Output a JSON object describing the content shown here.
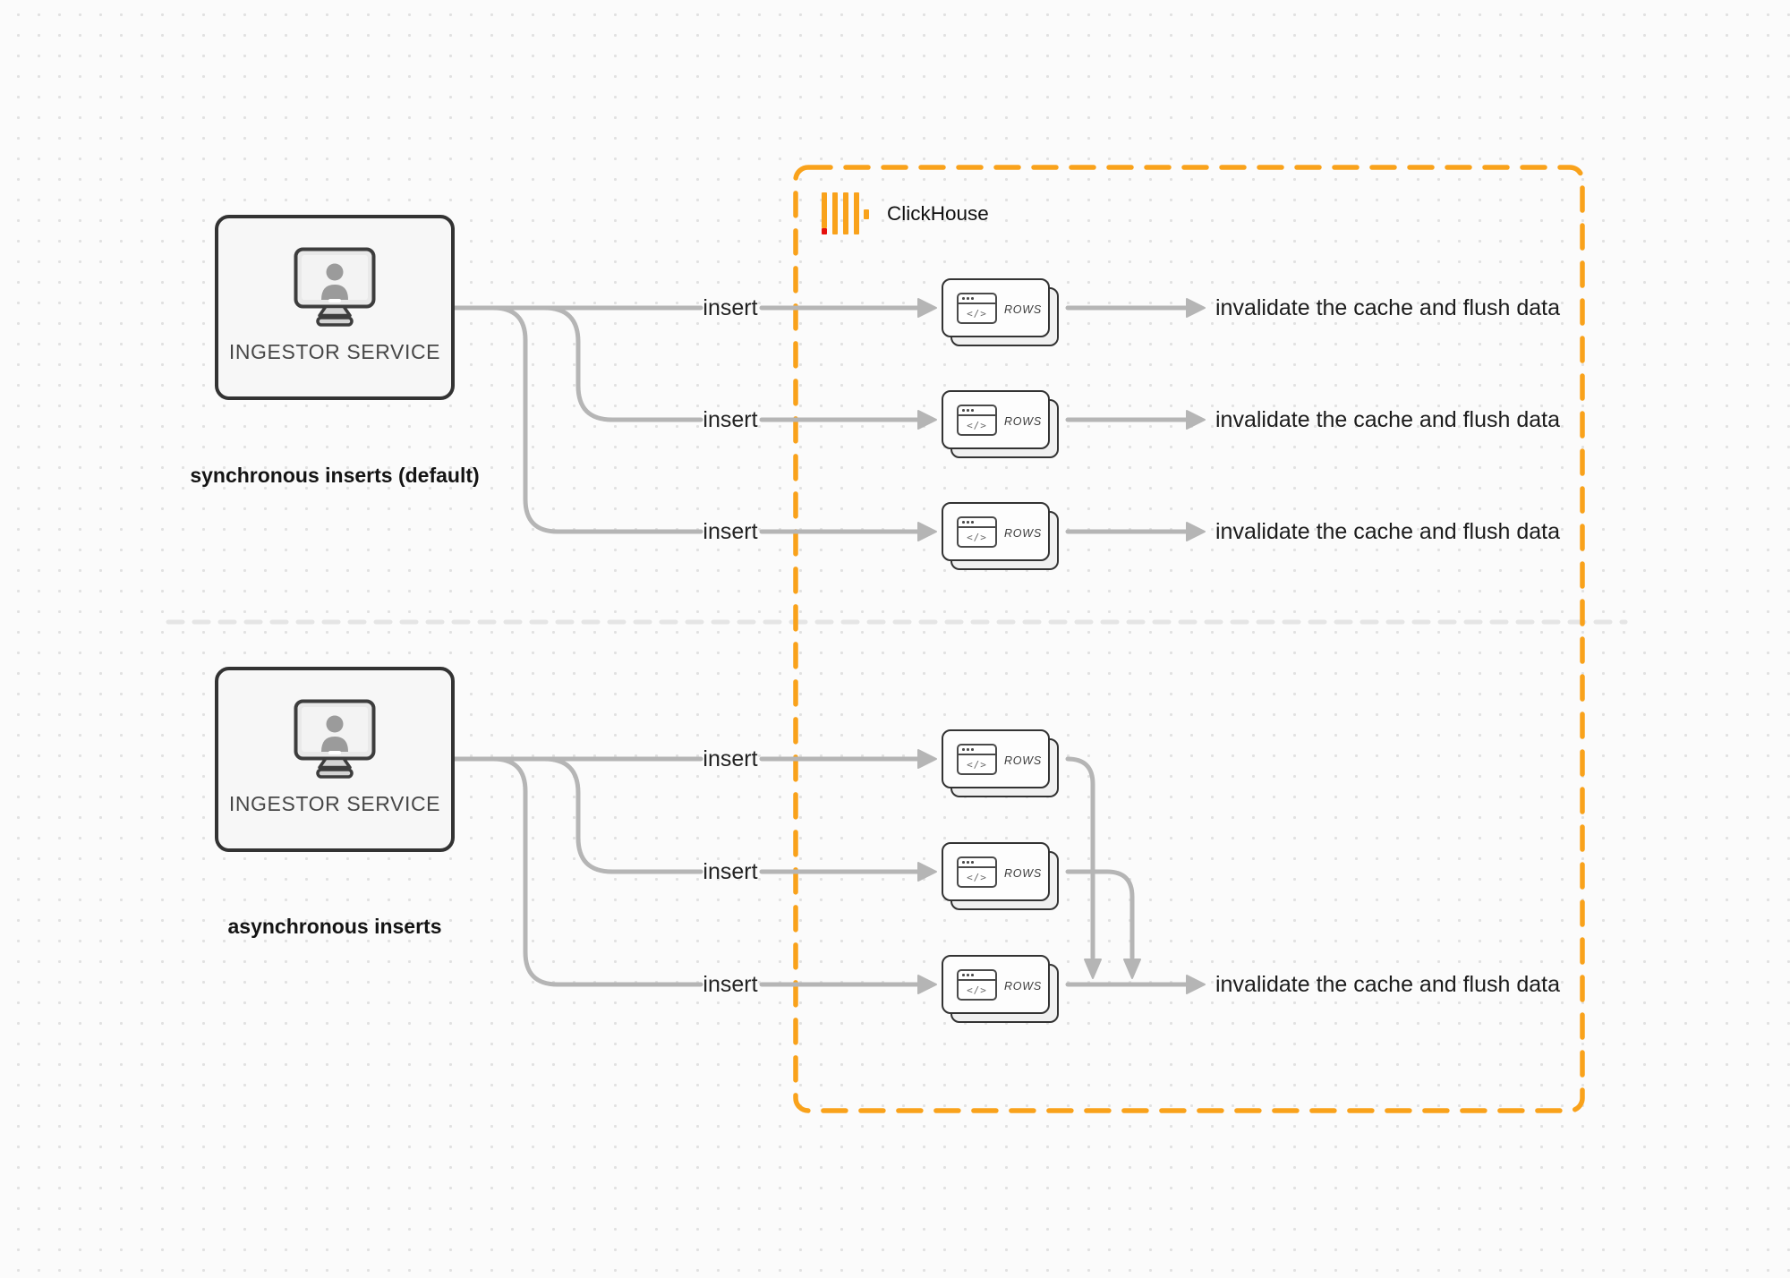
{
  "clickhouse": {
    "name": "ClickHouse"
  },
  "sync": {
    "service": "INGESTOR SERVICE",
    "caption": "synchronous inserts (default)"
  },
  "async": {
    "service": "INGESTOR SERVICE",
    "caption": "asynchronous inserts"
  },
  "labels": {
    "insert": "insert",
    "rows": "ROWS",
    "invalidate": "invalidate the cache and flush data",
    "code_glyph": "</>"
  },
  "colors": {
    "accent_orange": "#F9A21B",
    "logo_red": "#E60F0C",
    "connector_gray": "#B5B5B5",
    "divider_gray": "#E5E5E5",
    "box_border": "#333333"
  },
  "icons": {
    "clickhouse_logo": "orange-vertical-bars",
    "ingestor": "monitor-with-user-silhouette",
    "rows_block": "code-browser-window"
  }
}
